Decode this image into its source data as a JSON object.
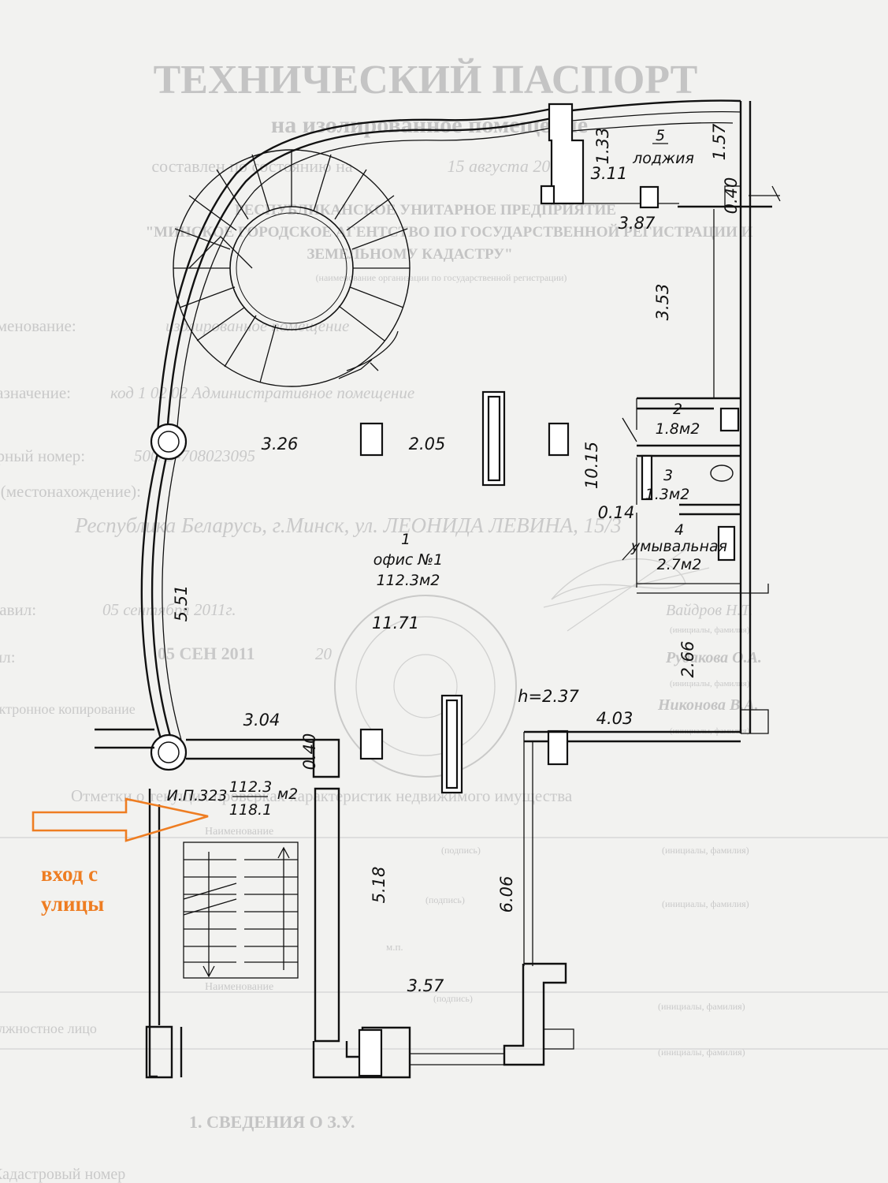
{
  "document": {
    "title": "ТЕХНИЧЕСКИЙ ПАСПОРТ",
    "subtitle": "на изолированное помещение",
    "state_line": "составлен по состоянию на",
    "state_date": "15 августа 2011г.",
    "org_line1": "РЕСПУБЛИКАНСКОЕ УНИТАРНОЕ ПРЕДПРИЯТИЕ",
    "org_line2": "\"МИНСКОЕ ГОРОДСКОЕ АГЕНТСТВО ПО ГОСУДАРСТВЕННОЙ РЕГИСТРАЦИИ И",
    "org_line3": "ЗЕМЕЛЬНОМУ КАДАСТРУ\"",
    "org_caption": "(наименование организации по государственной регистрации)",
    "field_name": "Наименование:",
    "field_name_value": "изолированное помещение",
    "field_purpose": "Назначение:",
    "field_purpose_value": "код 1 02 02 Административное помещение",
    "field_inventory": "Инвентарный номер:",
    "field_inventory_value": "500/D-708023095",
    "field_address": "Адрес (местонахождение):",
    "address_value": "Республика Беларусь, г.Минск, ул. ЛЕОНИДА ЛЕВИНА, 15/3",
    "compiled_label": "Паспорт составил:",
    "compiled_value": "05 сентября 2011г.",
    "checked_label": "Паспорт проверил:",
    "checked_value": "05 СЕН 2011",
    "checked_year": "20",
    "sig1": "Вайдров Н.Т.",
    "sig2": "Рудакова О.А.",
    "sig3": "Никонова В.А.",
    "caption_sig": "(инициалы, фамилия)",
    "caption_sig2": "(подпись)",
    "journal_line": "Электронное копирование",
    "check_heading": "Отметки о текущих проверках характеристик недвижимого имущества",
    "note1": "Наименование",
    "note_mp": "м.п.",
    "position_line": "должностное лицо",
    "section": "1. СВЕДЕНИЯ О З.У.",
    "footer": "Кадастровый номер"
  },
  "plan": {
    "rooms": [
      {
        "number": "1",
        "name": "офис №1",
        "area": "112.3м2"
      },
      {
        "number": "2",
        "area": "1.8м2"
      },
      {
        "number": "3",
        "area": "1.3м2"
      },
      {
        "number": "4",
        "name": "умывальная",
        "area": "2.7м2"
      },
      {
        "number": "5",
        "name": "лоджия"
      }
    ],
    "height": "h=2.37",
    "total_prefix": "И.П.323",
    "total_area": "112.3",
    "total_unit": "м2",
    "total_with_loggia": "118.1",
    "dimensions": {
      "d1_33": "1.33",
      "d1_57": "1.57",
      "d3_11": "3.11",
      "d3_87": "3.87",
      "d0_40a": "0.40",
      "d3_53": "3.53",
      "d3_26": "3.26",
      "d2_05": "2.05",
      "d10_15": "10.15",
      "d0_14": "0.14",
      "d5_51": "5.51",
      "d11_71": "11.71",
      "d2_66": "2.66",
      "d3_04": "3.04",
      "d4_03": "4.03",
      "d0_40b": "0.40",
      "d5_18": "5.18",
      "d6_06": "6.06",
      "d3_57": "3.57"
    }
  },
  "annotation": {
    "entry_line1": "вход с",
    "entry_line2": "улицы",
    "arrow_color": "#ee7d22"
  }
}
